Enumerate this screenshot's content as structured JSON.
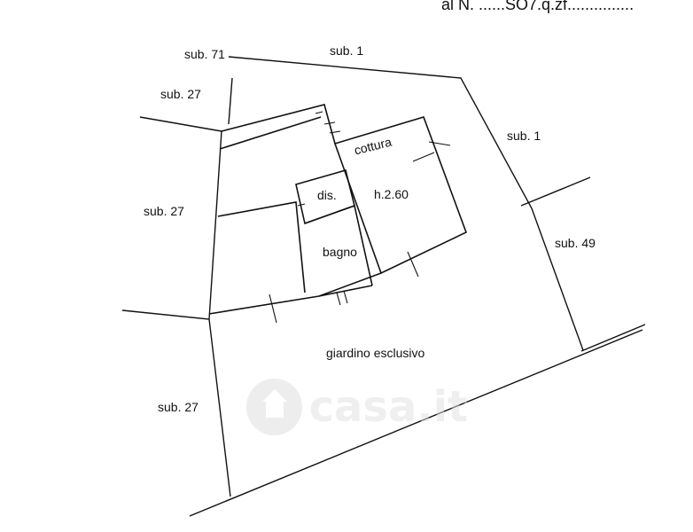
{
  "header": {
    "text": "al N. ......SO7.q.zf..............."
  },
  "labels": {
    "sub_71": "sub. 71",
    "sub_1_top": "sub. 1",
    "sub_27_nw": "sub. 27",
    "sub_1_east": "sub. 1",
    "cottura": "cottura",
    "dis": "dis.",
    "height": "h.2.60",
    "sub_27_west": "sub. 27",
    "sub_49": "sub. 49",
    "bagno": "bagno",
    "giardino": "giardino esclusivo",
    "sub_27_sw": "sub. 27"
  },
  "watermark": {
    "text": "casa.it"
  },
  "colors": {
    "line": "#111111",
    "background": "#ffffff",
    "watermark": "#e0e0e0"
  }
}
